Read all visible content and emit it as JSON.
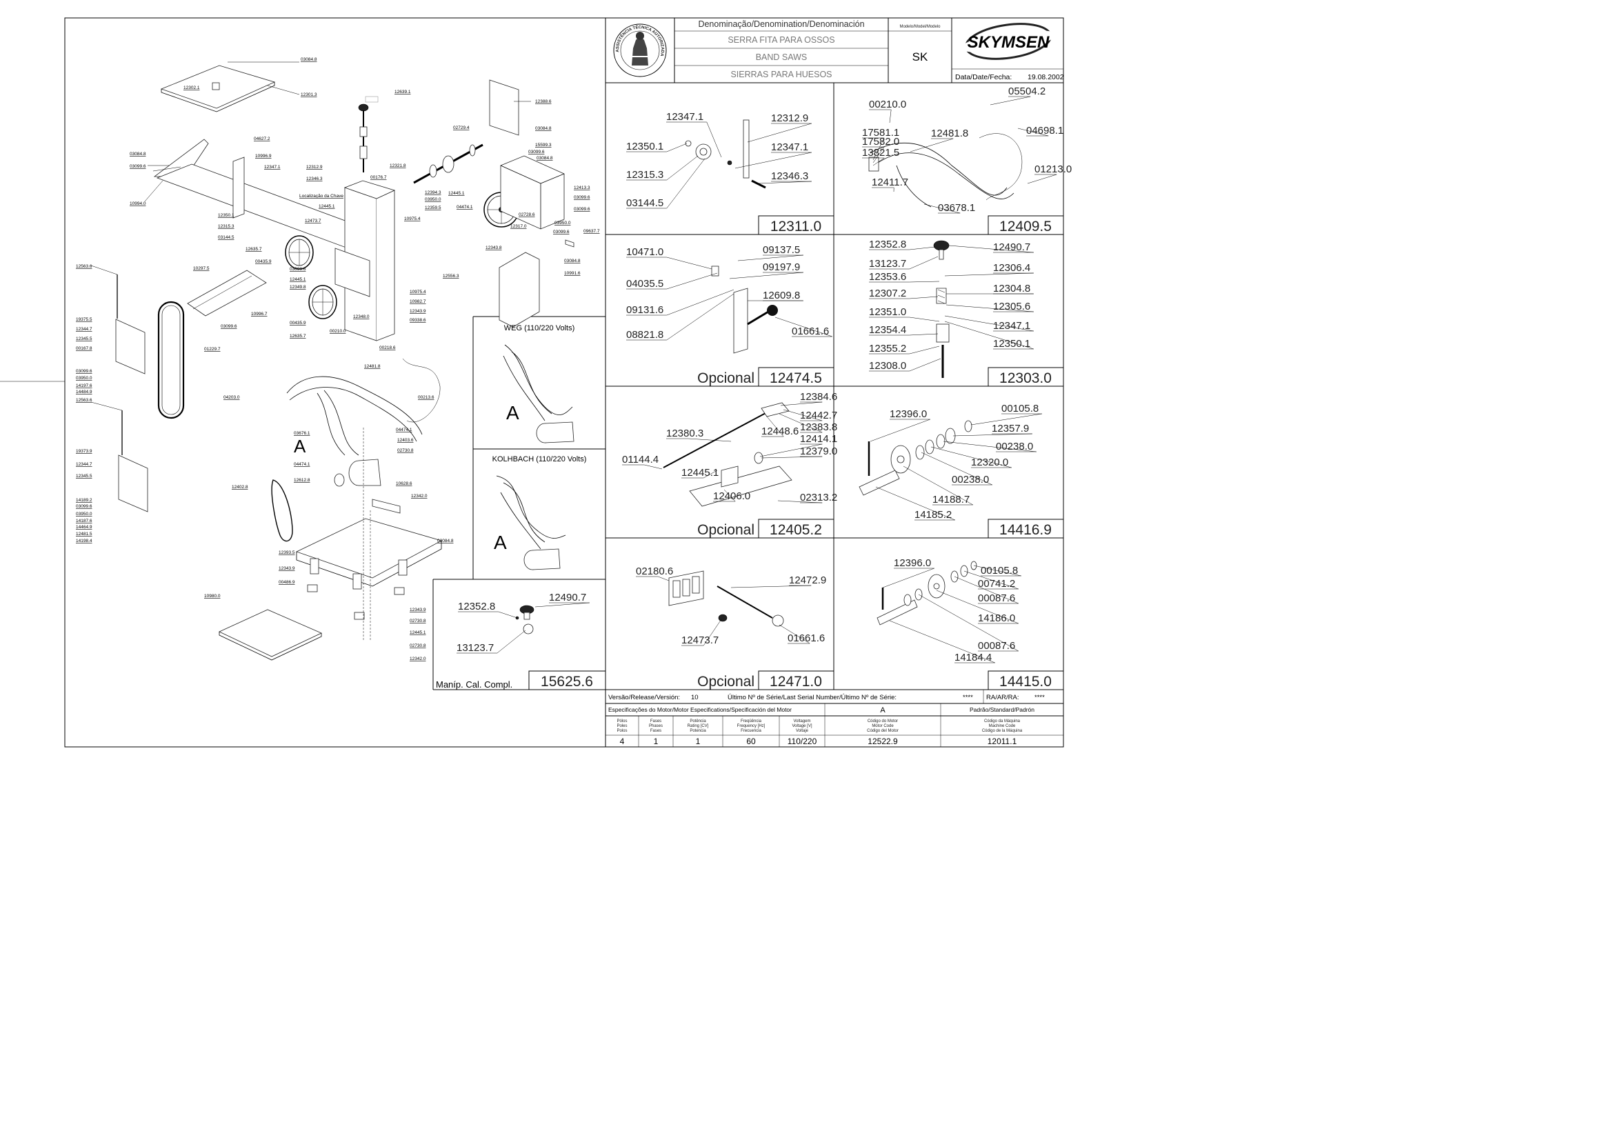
{
  "title_block": {
    "denomination_header": "Denominação/Denomination/Denominación",
    "model_header": "Modelo/Model/Modelo",
    "name_pt": "SERRA FITA PARA OSSOS",
    "name_en": "BAND SAWS",
    "name_es": "SIERRAS PARA HUESOS",
    "model": "SK",
    "brand": "SKYMSEN",
    "seal_text": "ASSISTÊNCIA TÉCNICA AUTORIZADA",
    "date_label": "Data/Date/Fecha:",
    "date": "19.08.2002"
  },
  "footer": {
    "version_label": "Versão/Release/Versión:",
    "version": "10",
    "serial_label": "Último Nº de Série/Last Serial Number/Último Nº de Série:",
    "serial": "****",
    "ra_label": "RA/AR/RA:",
    "ra": "****",
    "motor_spec_label": "Especificações do Motor/Motor Especifications/Specificación del Motor",
    "col_a": "A",
    "standard_label": "Padrão/Standard/Padrón",
    "headers": [
      [
        "Pólos",
        "Poles",
        "Polos"
      ],
      [
        "Fases",
        "Phases",
        "Fases"
      ],
      [
        "Potência",
        "Rating [CV]",
        "Potencia"
      ],
      [
        "Freqüência",
        "Frequency [Hz]",
        "Frecuencia"
      ],
      [
        "Voltagem",
        "Voltage [V]",
        "Voltaje"
      ],
      [
        "Código do Motor",
        "Motor Code",
        "Código del Motor"
      ],
      [
        "Código da Máquina",
        "Machine Code",
        "Código de la Máquina"
      ]
    ],
    "values": [
      "4",
      "1",
      "1",
      "60",
      "110/220",
      "12522.9",
      "12011.1"
    ]
  },
  "main_labels": [
    "03084.8",
    "12301.3",
    "12302.1",
    "12639.1",
    "12388.6",
    "03084.8",
    "02729.4",
    "15599.3",
    "03099.6",
    "03084.8",
    "03084.8",
    "03099.6",
    "10994.0",
    "04627.2",
    "10996.9",
    "12347.1",
    "12312.9",
    "12346.3",
    "Localização da Chave",
    "12445.1",
    "12350.1",
    "12315.3",
    "03144.5",
    "12473.7",
    "12321.8",
    "00176.7",
    "12394.3",
    "03950.0",
    "12359.5",
    "12445.1",
    "04474.1",
    "12413.3",
    "03099.6",
    "03099.6",
    "02728.6",
    "12317.0",
    "03950.0",
    "03099.6",
    "10975.4",
    "09637.7",
    "12343.8",
    "12635.7",
    "00435.9",
    "03099.6",
    "12445.1",
    "12349.8",
    "03084.8",
    "10991.6",
    "12556.3",
    "10297.5",
    "10975.4",
    "10982.7",
    "12343.9",
    "09338.6",
    "12348.0",
    "10996.7",
    "03099.6",
    "00435.9",
    "12635.7",
    "12563.6",
    "19375.5",
    "12344.7",
    "12345.5",
    "00167.8",
    "01229.7",
    "03099.6",
    "03950.0",
    "14197.6",
    "14484.9",
    "00210.0",
    "00218.6",
    "12481.8",
    "12563.6",
    "04203.0",
    "00213.6",
    "19373.9",
    "12344.7",
    "12345.5",
    "03676.1",
    "04474.1",
    "12403.6",
    "02730.8",
    "14189.2",
    "03099.6",
    "03950.0",
    "14187.6",
    "14464.9",
    "12481.5",
    "14198.4",
    "04474.1",
    "12612.8",
    "10628.6",
    "12402.8",
    "12342.0",
    "12393.5",
    "03084.8",
    "12343.9",
    "00486.9",
    "12343.9",
    "02730.8",
    "12445.1",
    "10980.0",
    "02730.8",
    "12342.0"
  ],
  "panels": {
    "p12311": {
      "code": "12311.0",
      "labels": [
        "12347.1",
        "12312.9",
        "12350.1",
        "12347.1",
        "12315.3",
        "12346.3",
        "03144.5"
      ]
    },
    "p12409": {
      "code": "12409.5",
      "labels": [
        "05504.2",
        "00210.0",
        "04698.1",
        "12481.8",
        "17581.1",
        "17582.0",
        "13821.5",
        "01213.0",
        "12411.7",
        "03678.1"
      ]
    },
    "p12474": {
      "code": "12474.5",
      "optional": "Opcional",
      "labels": [
        "10471.0",
        "09137.5",
        "09197.9",
        "04035.5",
        "12609.8",
        "09131.6",
        "01661.6",
        "08821.8"
      ]
    },
    "p12303": {
      "code": "12303.0",
      "labels": [
        "12352.8",
        "12490.7",
        "13123.7",
        "12306.4",
        "12353.6",
        "12304.8",
        "12307.2",
        "12305.6",
        "12351.0",
        "12347.1",
        "12354.4",
        "12350.1",
        "12355.2",
        "12308.0"
      ]
    },
    "weg": {
      "title": "WEG (110/220 Volts)",
      "letter": "A"
    },
    "kolhbach": {
      "title": "KOLHBACH (110/220 Volts)",
      "letter": "A"
    },
    "p12405": {
      "code": "12405.2",
      "optional": "Opcional",
      "labels": [
        "12384.6",
        "12442.7",
        "12383.8",
        "12448.6",
        "12380.3",
        "12414.1",
        "12379.0",
        "01144.4",
        "12445.1",
        "12406.0",
        "02313.2"
      ]
    },
    "p14416": {
      "code": "14416.9",
      "labels": [
        "12396.0",
        "00105.8",
        "12357.9",
        "00238.0",
        "12320.0",
        "00238.0",
        "14188.7",
        "14185.2"
      ]
    },
    "p15625": {
      "code": "15625.6",
      "caption": "Maníp. Cal. Compl.",
      "labels": [
        "12352.8",
        "12490.7",
        "13123.7"
      ]
    },
    "p12471": {
      "code": "12471.0",
      "optional": "Opcional",
      "labels": [
        "02180.6",
        "12472.9",
        "12473.7",
        "01661.6"
      ]
    },
    "p14415": {
      "code": "14415.0",
      "labels": [
        "12396.0",
        "00105.8",
        "00741.2",
        "00087.6",
        "14186.0",
        "00087.6",
        "14184.4"
      ]
    }
  }
}
